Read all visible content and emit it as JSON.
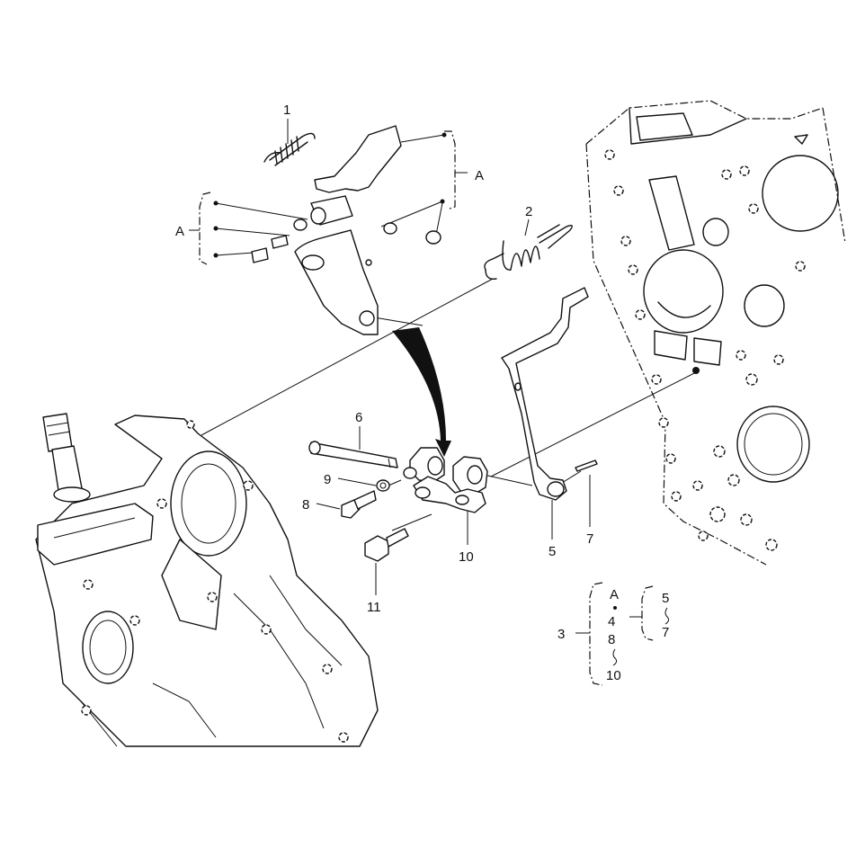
{
  "callouts": {
    "c1": "1",
    "c2": "2",
    "c5": "5",
    "c6": "6",
    "c7": "7",
    "c8": "8",
    "c9": "9",
    "c10": "10",
    "c11": "11",
    "group_a_right": "A",
    "group_a_left": "A"
  },
  "legend": {
    "group_label": "3",
    "left_items": [
      "A",
      "4",
      "8",
      "10"
    ],
    "right_items": [
      "5",
      "7"
    ]
  }
}
